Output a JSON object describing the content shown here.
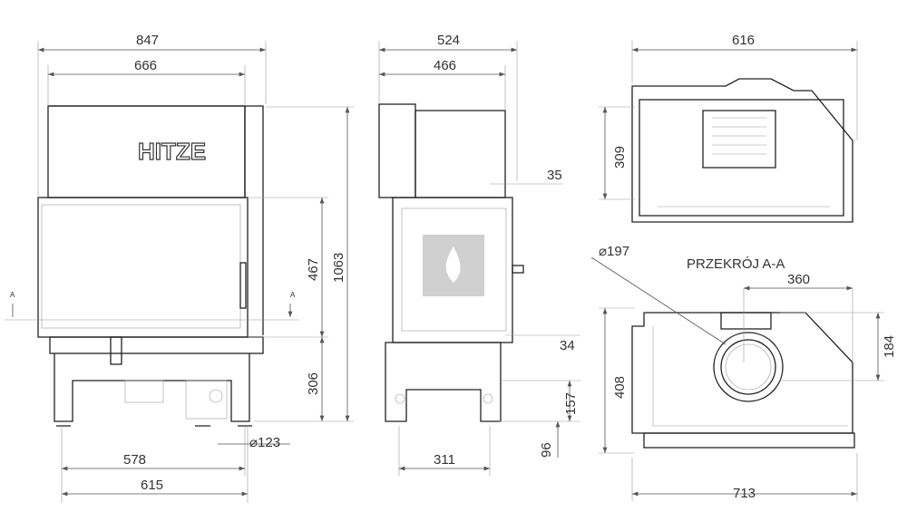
{
  "brand": "HITZE",
  "section_title": "PRZEKRÓJ A-A",
  "section_marker": "A",
  "front_view": {
    "width_total": "847",
    "width_inner": "666",
    "height_total": "1063",
    "height_door": "467",
    "height_base": "306",
    "flue_diameter": "123",
    "legs_span_inner": "578",
    "legs_span_outer": "615"
  },
  "side_view": {
    "depth_total": "524",
    "depth_inner": "466",
    "top_offset": "35",
    "door_offset": "34",
    "flue_height": "157",
    "lower_height": "96",
    "legs_span": "311"
  },
  "top_view": {
    "width": "616",
    "depth": "309"
  },
  "section_view": {
    "flue_diameter": "197",
    "flue_offset": "360",
    "flue_depth": "184",
    "depth": "408",
    "width": "713"
  }
}
